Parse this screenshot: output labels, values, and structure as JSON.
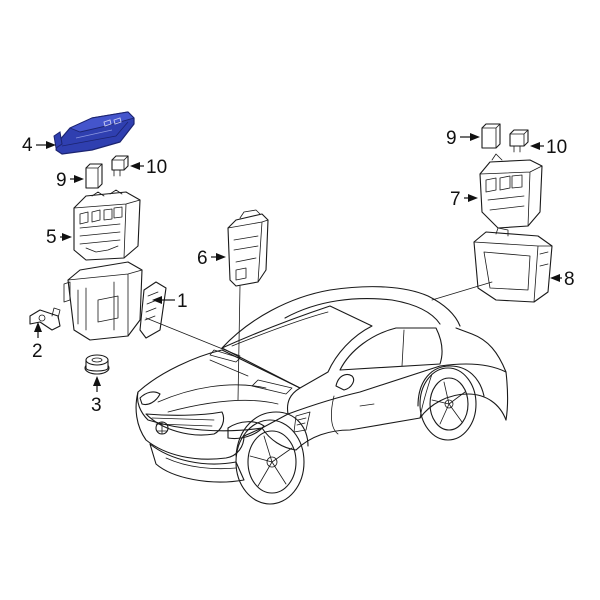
{
  "diagram": {
    "highlight_color": "#2f3fb0",
    "highlight_outline": "#1c2470",
    "line_color": "#1a1a1a",
    "callouts": [
      {
        "id": "1",
        "label": "1"
      },
      {
        "id": "2",
        "label": "2"
      },
      {
        "id": "3",
        "label": "3"
      },
      {
        "id": "4",
        "label": "4",
        "highlighted": true
      },
      {
        "id": "5",
        "label": "5"
      },
      {
        "id": "6",
        "label": "6"
      },
      {
        "id": "7",
        "label": "7"
      },
      {
        "id": "8",
        "label": "8"
      },
      {
        "id": "9a",
        "label": "9"
      },
      {
        "id": "10a",
        "label": "10"
      },
      {
        "id": "9b",
        "label": "9"
      },
      {
        "id": "10b",
        "label": "10"
      }
    ]
  }
}
